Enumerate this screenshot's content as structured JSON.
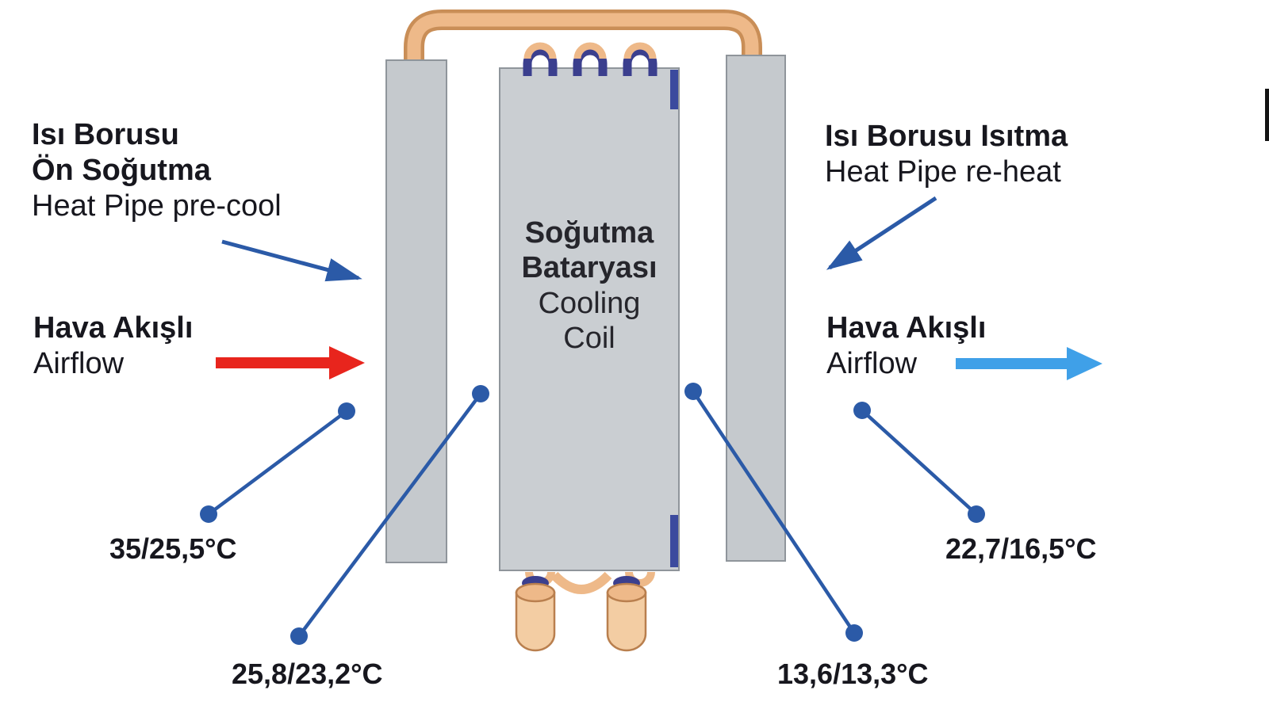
{
  "diagram": {
    "labels": {
      "precool": {
        "line1": "Isı Borusu",
        "line2": "Ön Soğutma",
        "line3": "Heat Pipe pre-cool"
      },
      "airflow_in": {
        "line1": "Hava Akışlı",
        "line2": "Airflow"
      },
      "reheat": {
        "line1": "Isı Borusu Isıtma",
        "line2": "Heat Pipe re-heat"
      },
      "airflow_out": {
        "line1": "Hava Akışlı",
        "line2": "Airflow"
      },
      "coil": {
        "line1": "Soğutma",
        "line2": "Bataryası",
        "line3": "Cooling",
        "line4": "Coil"
      }
    },
    "temperatures": {
      "inlet": "35/25,5°C",
      "after_precool": "25,8/23,2°C",
      "after_coil": "13,6/13,3°C",
      "outlet": "22,7/16,5°C"
    },
    "colors": {
      "leader_blue": "#2b5aa7",
      "airflow_in_red": "#e8251d",
      "airflow_out_blue": "#3fa0e8",
      "pipe_copper": "#eeb989",
      "pipe_copper_dark": "#c98e57",
      "panel_gray": "#c5c9cd",
      "bend_navy": "#3b3f8e",
      "text_dark": "#17171e"
    }
  }
}
